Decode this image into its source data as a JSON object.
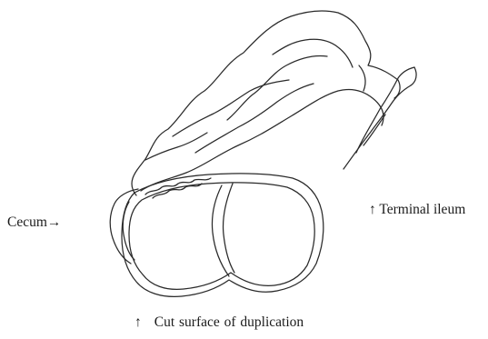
{
  "labels": {
    "cecum": "Cecum→",
    "terminal_ileum": "↑ Terminal ileum",
    "cut_surface_arrow": "↑",
    "cut_surface": "Cut surface of duplication"
  },
  "colors": {
    "line": "#2a2a2a",
    "text": "#1a1a1a",
    "background": "#ffffff"
  }
}
